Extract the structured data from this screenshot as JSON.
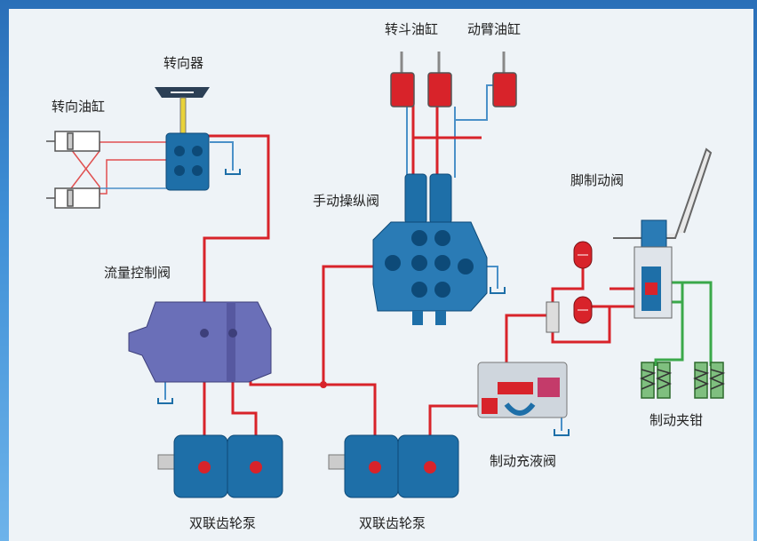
{
  "labels": {
    "steering_gear": "转向器",
    "steering_cylinder": "转向油缸",
    "bucket_cylinder": "转斗油缸",
    "boom_cylinder": "动臂油缸",
    "manual_valve": "手动操纵阀",
    "brake_pedal_valve": "脚制动阀",
    "flow_control_valve": "流量控制阀",
    "brake_caliper": "制动夹钳",
    "brake_charging_valve": "制动充液阀",
    "dual_pump_left": "双联齿轮泵",
    "dual_pump_right": "双联齿轮泵"
  },
  "colors": {
    "pressure_line": "#d8232a",
    "return_line": "#4a90c8",
    "brake_line": "#3aa84a",
    "component_blue": "#1e6fa8",
    "valve_purple": "#6a6fb8"
  }
}
